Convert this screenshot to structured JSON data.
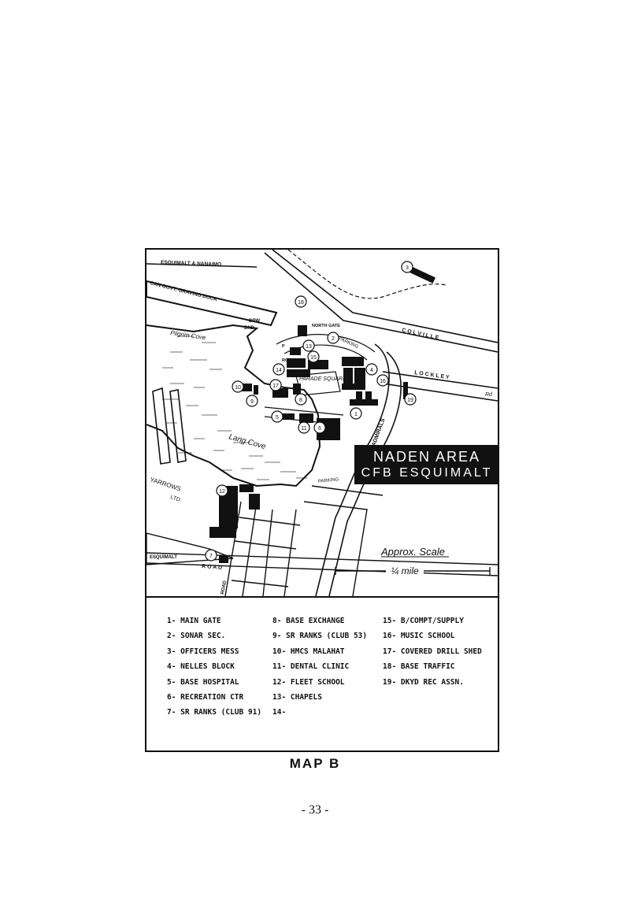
{
  "map": {
    "title_line1": "NADEN AREA",
    "title_line2": "CFB ESQUIMALT",
    "labels": {
      "railway": "ESQUIMALT & NANAIMO",
      "graving_dock": "CAN GOVT. GRAVING DOCK",
      "dpw": "DPW",
      "dnd": "DND",
      "pilgrim_cove": "Pilgrim Cove",
      "lang_cove": "Lang Cove",
      "yarrows": "YARROWS",
      "ltd": "LTD.",
      "north_gate": "NORTH GATE",
      "parade_square": "PARADE SQUARE",
      "parking_1": "PARKING",
      "parking_2": "PARKING",
      "colville": "C O L V I L L E",
      "lockley": "L O C K L E Y",
      "rd": "Rd",
      "admirals": "ADMIRALS",
      "road": "ROAD",
      "road2": "R O A D",
      "esquimalt_rd": "ESQUIMALT",
      "p": "P",
      "rc": "RC",
      "scale_label": "Approx. Scale",
      "scale_value": "¼ mile"
    },
    "markers": [
      "1",
      "2",
      "3",
      "4",
      "5",
      "6",
      "7",
      "8",
      "9",
      "10",
      "11",
      "12",
      "13",
      "14",
      "15",
      "16",
      "17",
      "18",
      "19"
    ]
  },
  "legend": {
    "col1": [
      "1- MAIN GATE",
      "2- SONAR SEC.",
      "3- OFFICERS MESS",
      "4- NELLES BLOCK",
      "5- BASE HOSPITAL",
      "6- RECREATION CTR",
      "7- SR RANKS (CLUB 91)"
    ],
    "col2": [
      "8- BASE EXCHANGE",
      "9- SR RANKS (CLUB 53)",
      "10- HMCS MALAHAT",
      "11- DENTAL CLINIC",
      "12- FLEET SCHOOL",
      "13- CHAPELS",
      "14-"
    ],
    "col3": [
      "15- B/COMPT/SUPPLY",
      "16- MUSIC SCHOOL",
      "17- COVERED DRILL SHED",
      "18- BASE TRAFFIC",
      "19- DKYD REC ASSN."
    ]
  },
  "caption": "MAP B",
  "page_number": "- 33 -"
}
